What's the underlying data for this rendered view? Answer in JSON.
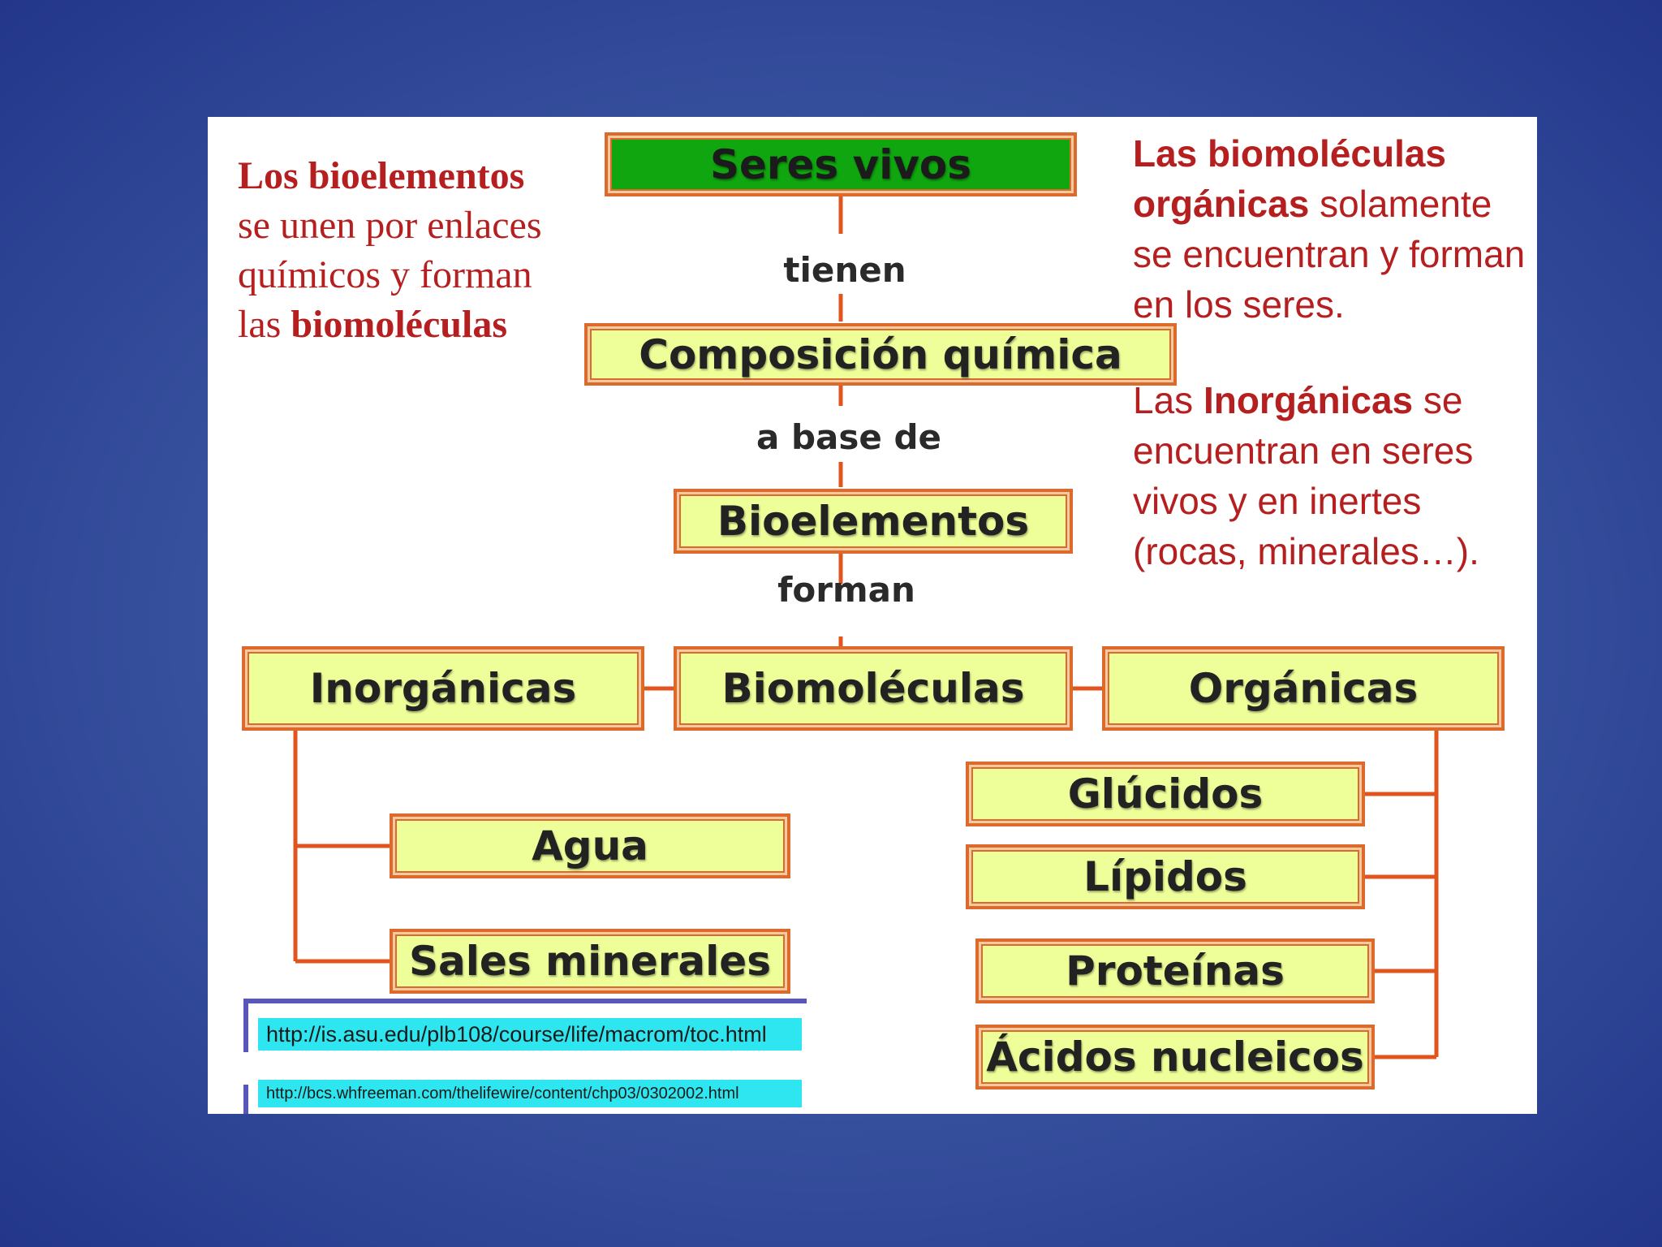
{
  "left_note": {
    "part1": "Los bioelementos",
    "part2": " se unen por enlaces químicos y forman las ",
    "part3": "biomoléculas"
  },
  "right_note": {
    "organic_bold": "Las biomoléculas orgánicas",
    "organic_rest": " solamente se encuentran y forman en los  seres.",
    "inorg_pre": "Las ",
    "inorg_bold": "Inorgánicas",
    "inorg_rest": " se encuentran en seres vivos y en inertes (rocas, minerales…)."
  },
  "diagram": {
    "nodes": {
      "seres_vivos": "Seres vivos",
      "composicion": "Composición química",
      "bioelementos": "Bioelementos",
      "biomoleculas": "Biomoléculas",
      "inorganicas": "Inorgánicas",
      "organicas": "Orgánicas",
      "agua": "Agua",
      "sales": "Sales minerales",
      "glucidos": "Glúcidos",
      "lipidos": "Lípidos",
      "proteinas": "Proteínas",
      "acidos": "Ácidos nucleicos"
    },
    "connectors": {
      "tienen": "tienen",
      "a_base_de": "a base de",
      "forman": "forman"
    }
  },
  "links": {
    "url1": "http://is.asu.edu/plb108/course/life/macrom/toc.html",
    "url2": "http://bcs.whfreeman.com/thelifewire/content/chp03/0302002.html"
  },
  "colors": {
    "accent_text": "#b51f1f",
    "box_fill": "#eeff99",
    "box_border": "#dc6a2c",
    "root_fill": "#0fa60f",
    "url_fill": "#2ee6f0"
  }
}
